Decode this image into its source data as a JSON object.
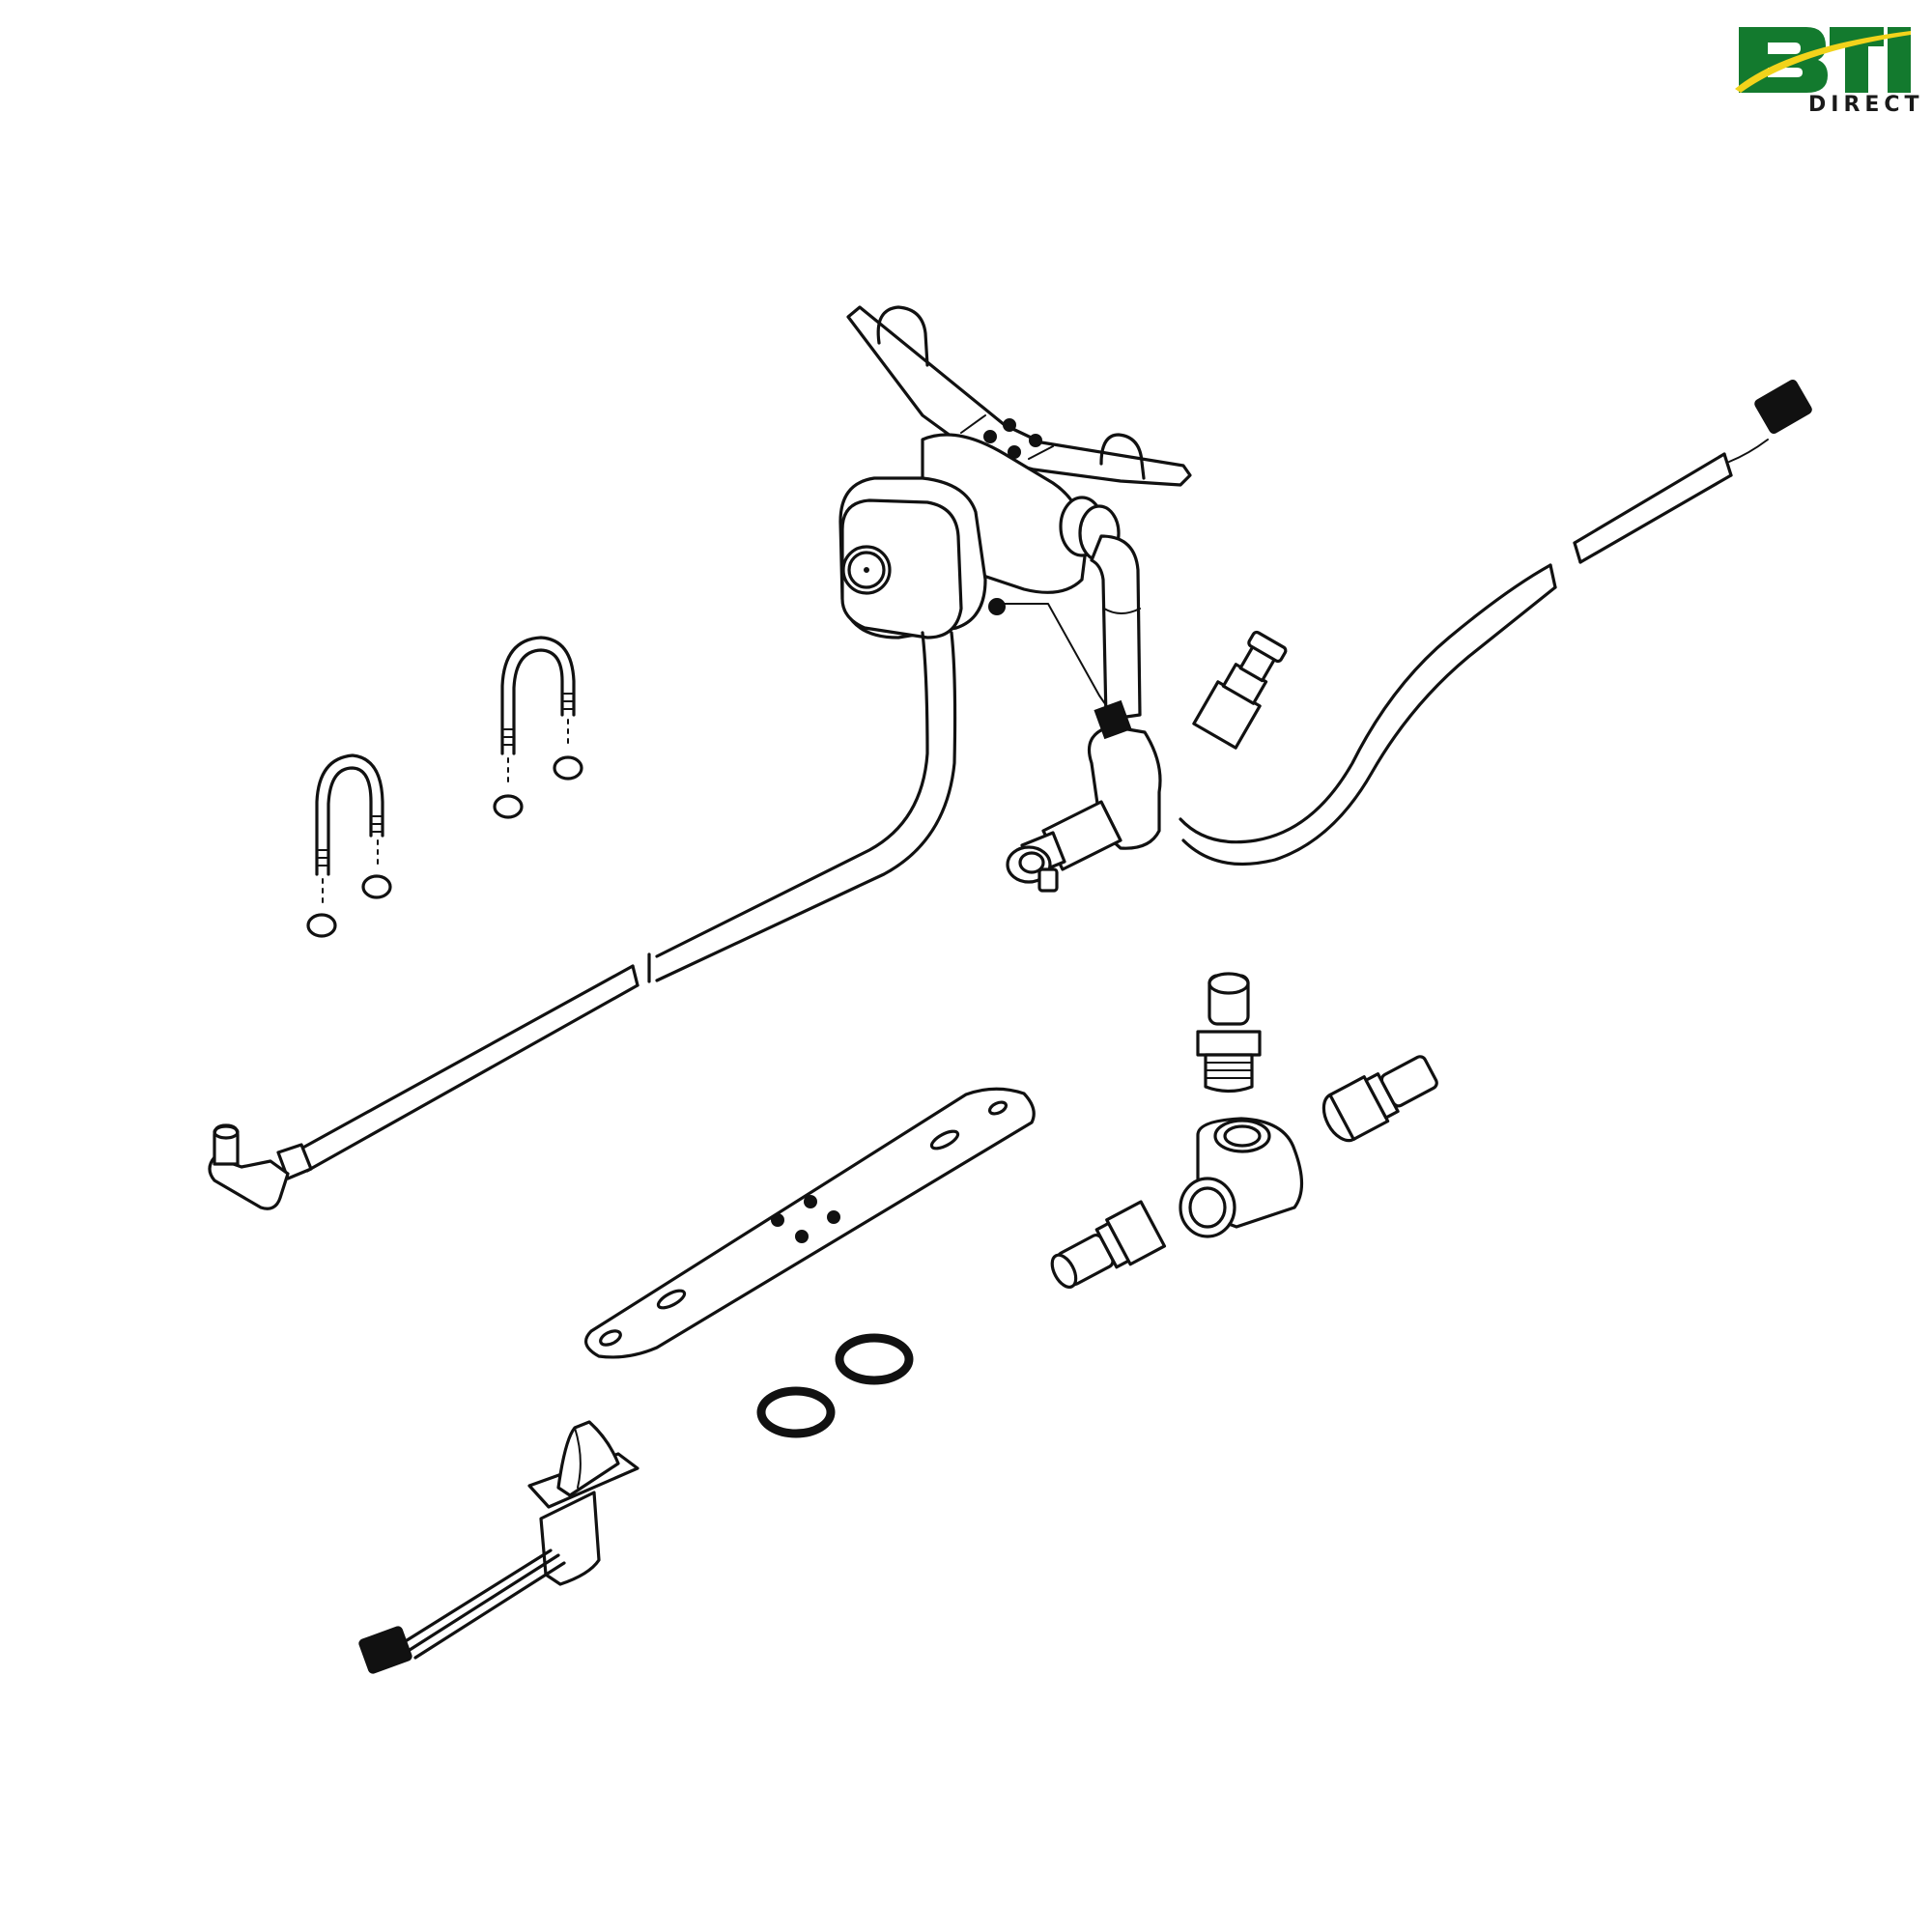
{
  "brand": {
    "name": "BTI",
    "subtitle": "DIRECT",
    "colors": {
      "green": "#137a2e",
      "yellow": "#f2d31b",
      "text": "#1a1a1a"
    }
  },
  "diagram": {
    "type": "exploded parts illustration",
    "line_color": "#111111",
    "background": "#ffffff",
    "parts": [
      {
        "id": "pump-assembly",
        "label": "Pump / valve assembly with mounting strap"
      },
      {
        "id": "u-bolt-1",
        "label": "U-bolt with flange nuts"
      },
      {
        "id": "u-bolt-2",
        "label": "U-bolt with flange nuts"
      },
      {
        "id": "hose-left",
        "label": "Hose with elbow fitting"
      },
      {
        "id": "hose-right",
        "label": "Hose / wire harness with connector"
      },
      {
        "id": "mounting-bracket",
        "label": "Flat mounting bracket"
      },
      {
        "id": "hose-barb-vertical",
        "label": "Hose barb fitting"
      },
      {
        "id": "hose-barb-right",
        "label": "Hose barb fitting"
      },
      {
        "id": "hose-barb-left",
        "label": "Hose barb fitting"
      },
      {
        "id": "tee-fitting",
        "label": "Tee fitting"
      },
      {
        "id": "o-ring-1",
        "label": "O-ring"
      },
      {
        "id": "o-ring-2",
        "label": "O-ring"
      },
      {
        "id": "rocker-switch",
        "label": "Rocker switch with harness"
      }
    ]
  }
}
